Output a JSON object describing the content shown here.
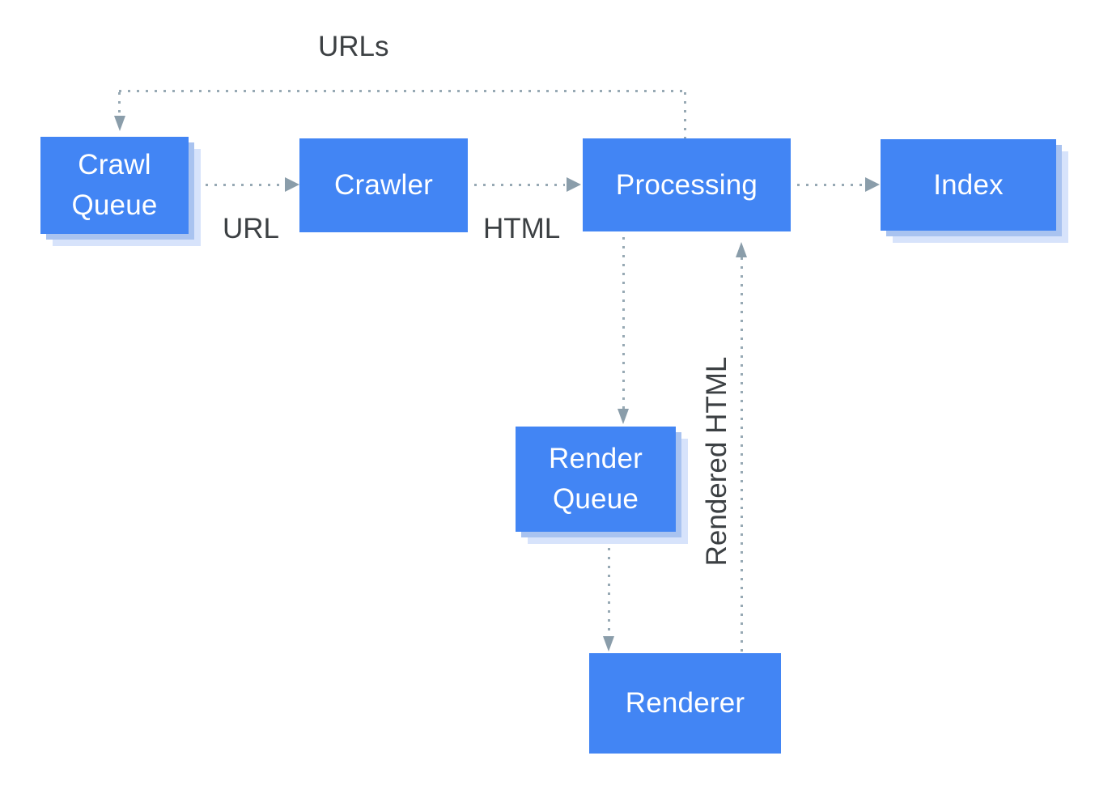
{
  "nodes": {
    "crawl_queue": {
      "label": "Crawl Queue"
    },
    "crawler": {
      "label": "Crawler"
    },
    "processing": {
      "label": "Processing"
    },
    "index": {
      "label": "Index"
    },
    "render_queue": {
      "label": "Render Queue"
    },
    "renderer": {
      "label": "Renderer"
    }
  },
  "edge_labels": {
    "urls": "URLs",
    "url": "URL",
    "html": "HTML",
    "rendered_html": "Rendered HTML"
  },
  "colors": {
    "node-fill": "#4285f4",
    "node-text": "#ffffff",
    "shadow-inner": "#a9c3f0",
    "shadow-outer": "#d7e3fb",
    "dot": "#97a9b4",
    "arrow": "#8a9daa",
    "label-text": "#3c4043",
    "background": "#ffffff"
  }
}
